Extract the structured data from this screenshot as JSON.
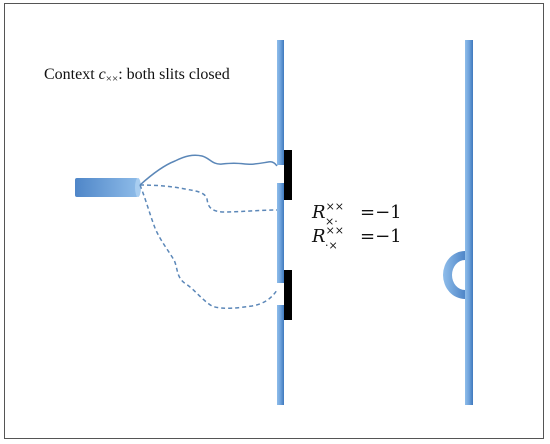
{
  "caption": {
    "prefix": "Context ",
    "c": "c",
    "sub": "××",
    "suffix": ": both slits closed"
  },
  "equations": [
    {
      "R": "R",
      "sup": "××",
      "sub": "×·",
      "rhs": "=−1"
    },
    {
      "R": "R",
      "sup": "××",
      "sub": "·×",
      "rhs": "=−1"
    }
  ],
  "colors": {
    "barrier": "#6fa3dc",
    "barrier_dark": "#3f79bd",
    "path": "#5b87b8",
    "blocker": "#000000"
  }
}
